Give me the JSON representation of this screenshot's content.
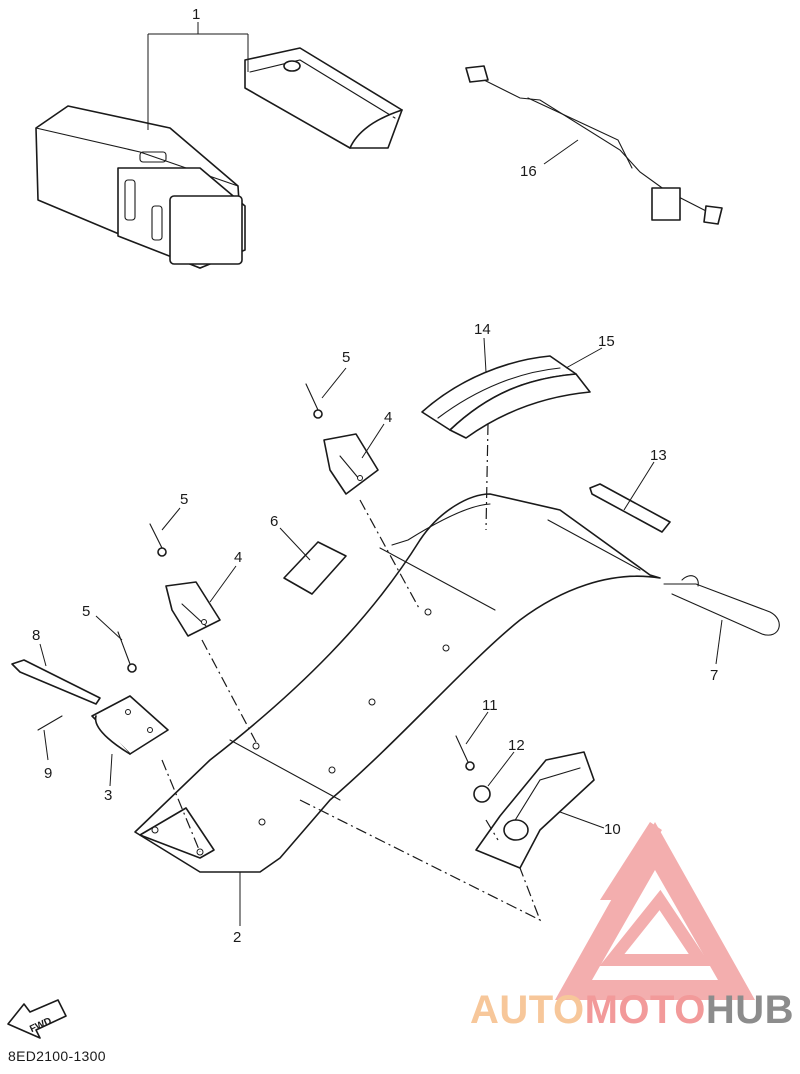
{
  "diagram_code": "8ED2100-1300",
  "fwd_label": "FWD",
  "callouts": [
    {
      "id": "c1",
      "text": "1"
    },
    {
      "id": "c2",
      "text": "2"
    },
    {
      "id": "c3",
      "text": "3"
    },
    {
      "id": "c4a",
      "text": "4"
    },
    {
      "id": "c4b",
      "text": "4"
    },
    {
      "id": "c5a",
      "text": "5"
    },
    {
      "id": "c5b",
      "text": "5"
    },
    {
      "id": "c5c",
      "text": "5"
    },
    {
      "id": "c6",
      "text": "6"
    },
    {
      "id": "c7",
      "text": "7"
    },
    {
      "id": "c8",
      "text": "8"
    },
    {
      "id": "c9",
      "text": "9"
    },
    {
      "id": "c10",
      "text": "10"
    },
    {
      "id": "c11",
      "text": "11"
    },
    {
      "id": "c12",
      "text": "12"
    },
    {
      "id": "c13",
      "text": "13"
    },
    {
      "id": "c14",
      "text": "14"
    },
    {
      "id": "c15",
      "text": "15"
    },
    {
      "id": "c16",
      "text": "16"
    }
  ],
  "watermark": {
    "part1": "AUTO",
    "part2": "MOTO",
    "part3": "HUB",
    "colors": {
      "orange": "#f7c79a",
      "red": "#f29a9a",
      "gray": "#8c8c8c"
    }
  }
}
